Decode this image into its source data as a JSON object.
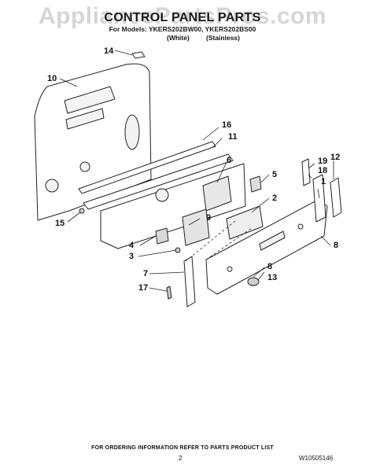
{
  "watermark": "AppliancePartsPros.com",
  "title": "CONTROL PANEL PARTS",
  "models_line": "For Models: YKERS202BW00, YKERS202BS00",
  "finish_white": "(White)",
  "finish_stainless": "(Stainless)",
  "callouts": [
    "14",
    "10",
    "16",
    "11",
    "6",
    "5",
    "2",
    "15",
    "9",
    "19",
    "12",
    "18",
    "1",
    "4",
    "3",
    "8",
    "7",
    "8",
    "13",
    "17"
  ],
  "footer_note": "FOR ORDERING INFORMATION REFER TO PARTS PRODUCT LIST",
  "page_number": "2",
  "document_number": "W10505146"
}
